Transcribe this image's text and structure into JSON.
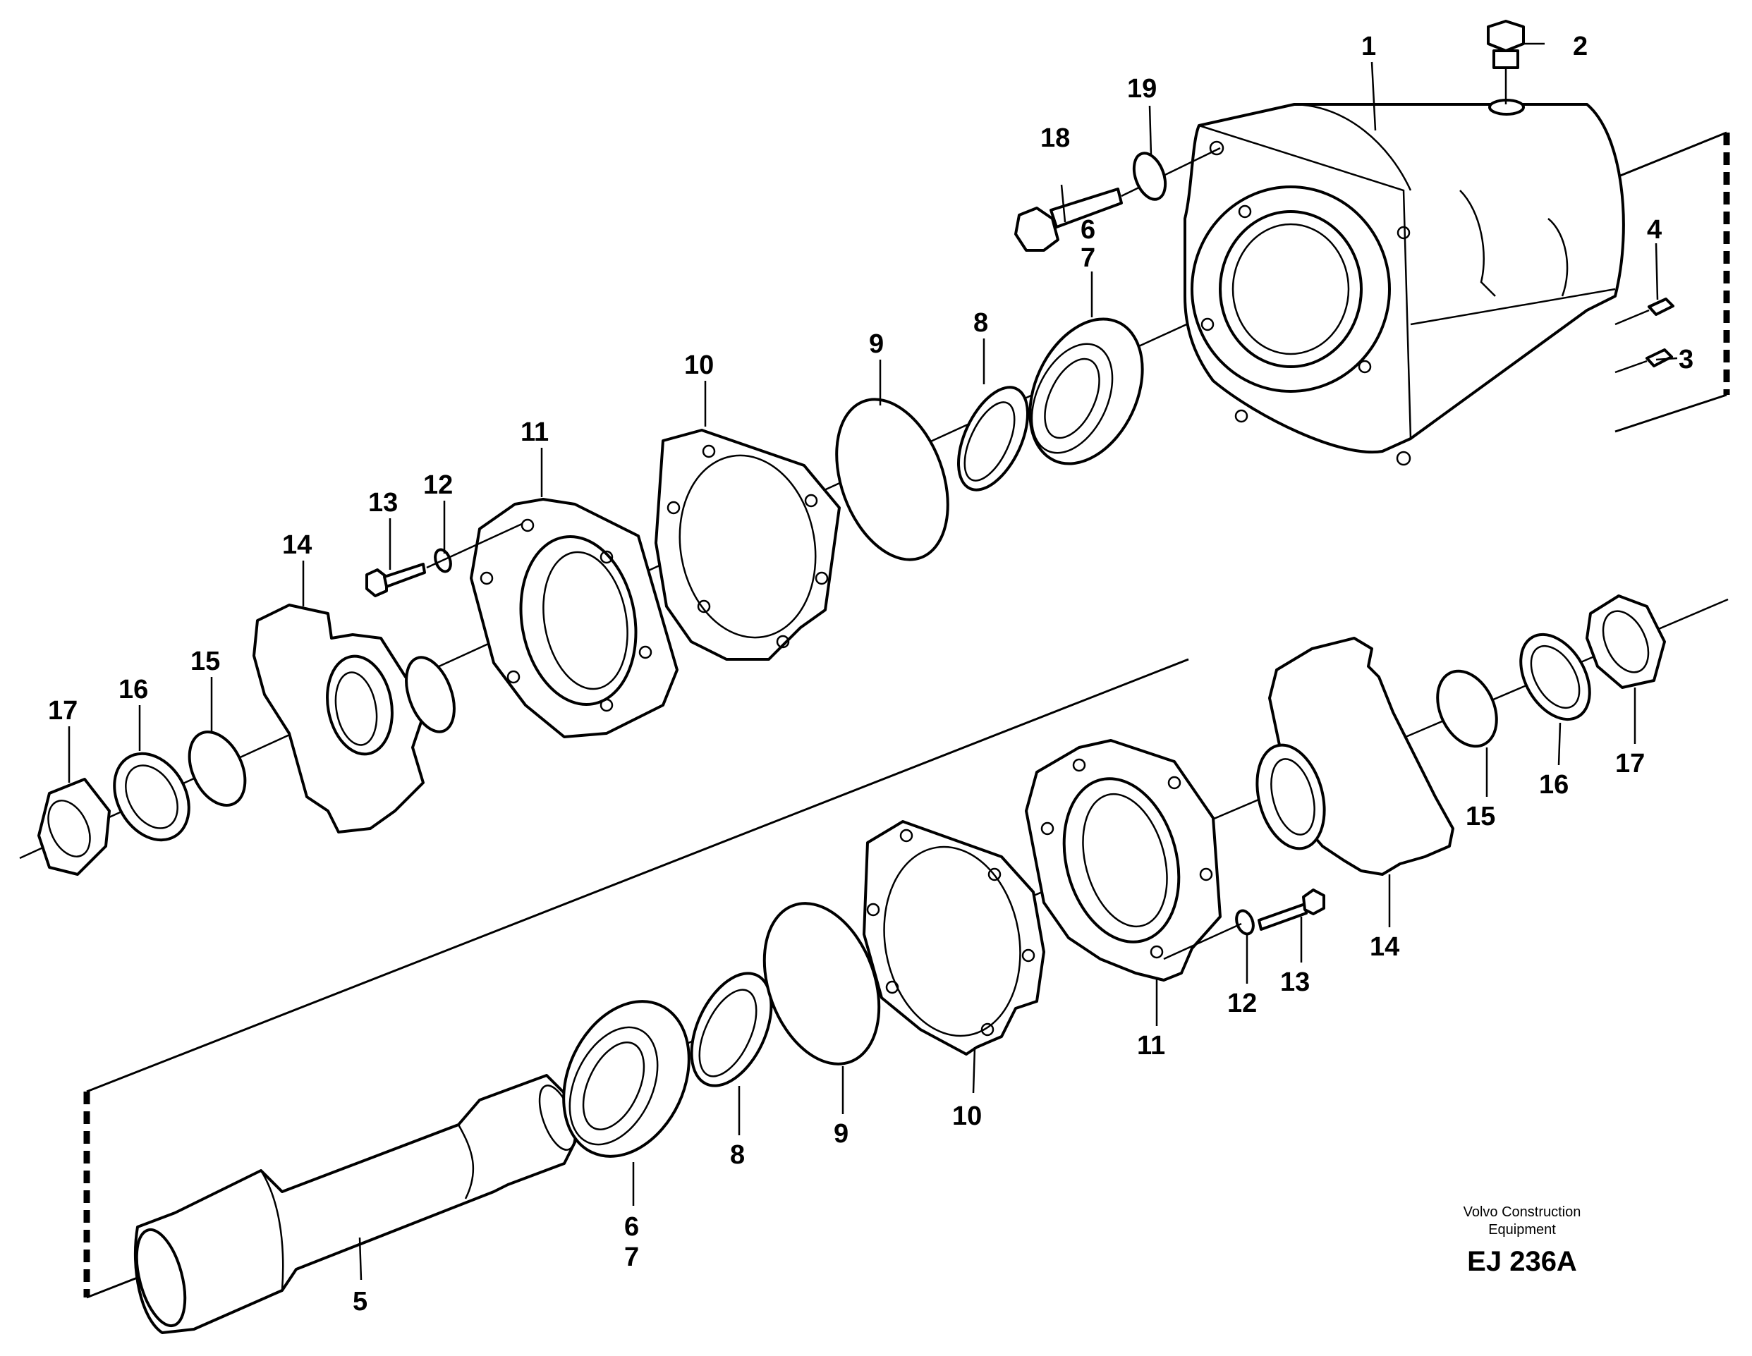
{
  "diagram": {
    "callouts": {
      "c1": "1",
      "c2": "2",
      "c3": "3",
      "c4": "4",
      "c5": "5",
      "c6_top": "6",
      "c7_top": "7",
      "c8_top": "8",
      "c9_top": "9",
      "c10_top": "10",
      "c11_top": "11",
      "c12_top": "12",
      "c13_top": "13",
      "c14_top": "14",
      "c15_top": "15",
      "c16_top": "16",
      "c17_top": "17",
      "c18": "18",
      "c19": "19",
      "c6_bot": "6",
      "c7_bot": "7",
      "c8_bot": "8",
      "c9_bot": "9",
      "c10_bot": "10",
      "c11_bot": "11",
      "c12_bot": "12",
      "c13_bot": "13",
      "c14_bot": "14",
      "c15_bot": "15",
      "c16_bot": "16",
      "c17_bot": "17"
    },
    "credit_line1": "Volvo Construction",
    "credit_line2": "Equipment",
    "drawing_code": "EJ 236A"
  }
}
